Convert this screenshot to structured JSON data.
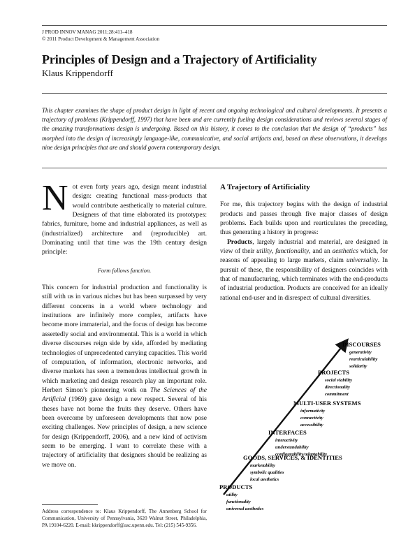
{
  "header": {
    "journal": "J PROD INNOV MANAG 2011;28:411–418",
    "copyright": "© 2011 Product Development & Management Association"
  },
  "title": "Principles of Design and a Trajectory of Artificiality",
  "author": "Klaus Krippendorff",
  "abstract": "This chapter examines the shape of product design in light of recent and ongoing technological and cultural developments. It presents a trajectory of problems (Krippendorff, 1997) that have been and are currently fueling design considerations and reviews several stages of the amazing transformations design is undergoing. Based on this history, it comes to the conclusion that the design of “products” has morphed into the design of increasingly language-like, communicative, and social artifacts and, based on these observations, it develops nine design principles that are and should govern contemporary design.",
  "left": {
    "dropcap": "N",
    "intro": "ot even forty years ago, design meant industrial design: creating functional mass-products that would contribute aesthetically to material culture. Designers of that time elaborated its prototypes: fabrics, furniture, home and industrial appliances, as well as (industrialized) architecture and (reproducible) art. Dominating until that time was the 19th century design principle:",
    "quote": "Form follows function.",
    "p2a": "This concern for industrial production and functionality is still with us in various niches but has been surpassed by very different concerns in a world where technology and institutions are infinitely more complex, artifacts have become more immaterial, and the focus of design has become assertedly social and environmental. This is a world in which diverse discourses reign side by side, afforded by mediating technologies of unprecedented carrying capacities. This world of computation, of information, electronic networks, and diverse markets has seen a tremendous intellectual growth in which marketing and design research play an important role. Herbert Simon’s pioneering work on ",
    "p2_book": "The Sciences of the Artificial",
    "p2b": " (1969) gave design a new respect. Several of his theses have not borne the fruits they deserve. Others have been overcome by unforeseen developments that now pose exciting challenges. New principles of design, a new science for design (Krippendorff, 2006), and a new kind of activism seem to be emerging. I want to correlate these with a trajectory of artificiality that designers should be realizing as we move on.",
    "footnote": "Address correspondence to: Klaus Krippendorff, The Annenberg School for Communication, University of Pennsylvania, 3620 Walnut Street, Philadelphia, PA 19104-6220. E-mail: kkrippendorff@asc.upenn.edu. Tel: (215) 545-9356."
  },
  "right": {
    "heading": "A Trajectory of Artificiality",
    "p1": "For me, this trajectory begins with the design of industrial products and passes through five major classes of design problems. Each builds upon and rearticulates the preceding, thus generating a history in progress:",
    "p2_lead": "Products",
    "p2_a": ", largely industrial and material, are designed in view of their ",
    "p2_utility": "utility",
    "p2_c1": ", ",
    "p2_functionality": "functionality",
    "p2_c2": ", and an ",
    "p2_aesthetics": "aesthetics",
    "p2_b": " which, for reasons of appealing to large markets, claim ",
    "p2_universality": "universality",
    "p2_c": ". In pursuit of these, the responsibility of designers coincides with that of manufacturing, which terminates with the end-products of industrial production. Products are conceived for an ideally rational end-user and in disrespect of cultural diversities."
  },
  "figure": {
    "stages": [
      {
        "name": "DISCOURSES",
        "subs": [
          "generativity",
          "rearticulability",
          "solidarity"
        ]
      },
      {
        "name": "PROJECTS",
        "subs": [
          "social viability",
          "directionality",
          "commitment"
        ]
      },
      {
        "name": "MULTI-USER SYSTEMS",
        "subs": [
          "informativity",
          "connectivity",
          "accessibility"
        ]
      },
      {
        "name": "INTERFACES",
        "subs": [
          "interactivity",
          "understandability",
          "configurability/adaptability"
        ]
      },
      {
        "name": "GOODS, SERVICES, & IDENTITIES",
        "subs": [
          "marketability",
          "symbolic qualities",
          "local aesthetics"
        ]
      },
      {
        "name": "PRODUCTS",
        "subs": [
          "utility",
          "functionality",
          "universal aesthetics"
        ]
      }
    ]
  }
}
